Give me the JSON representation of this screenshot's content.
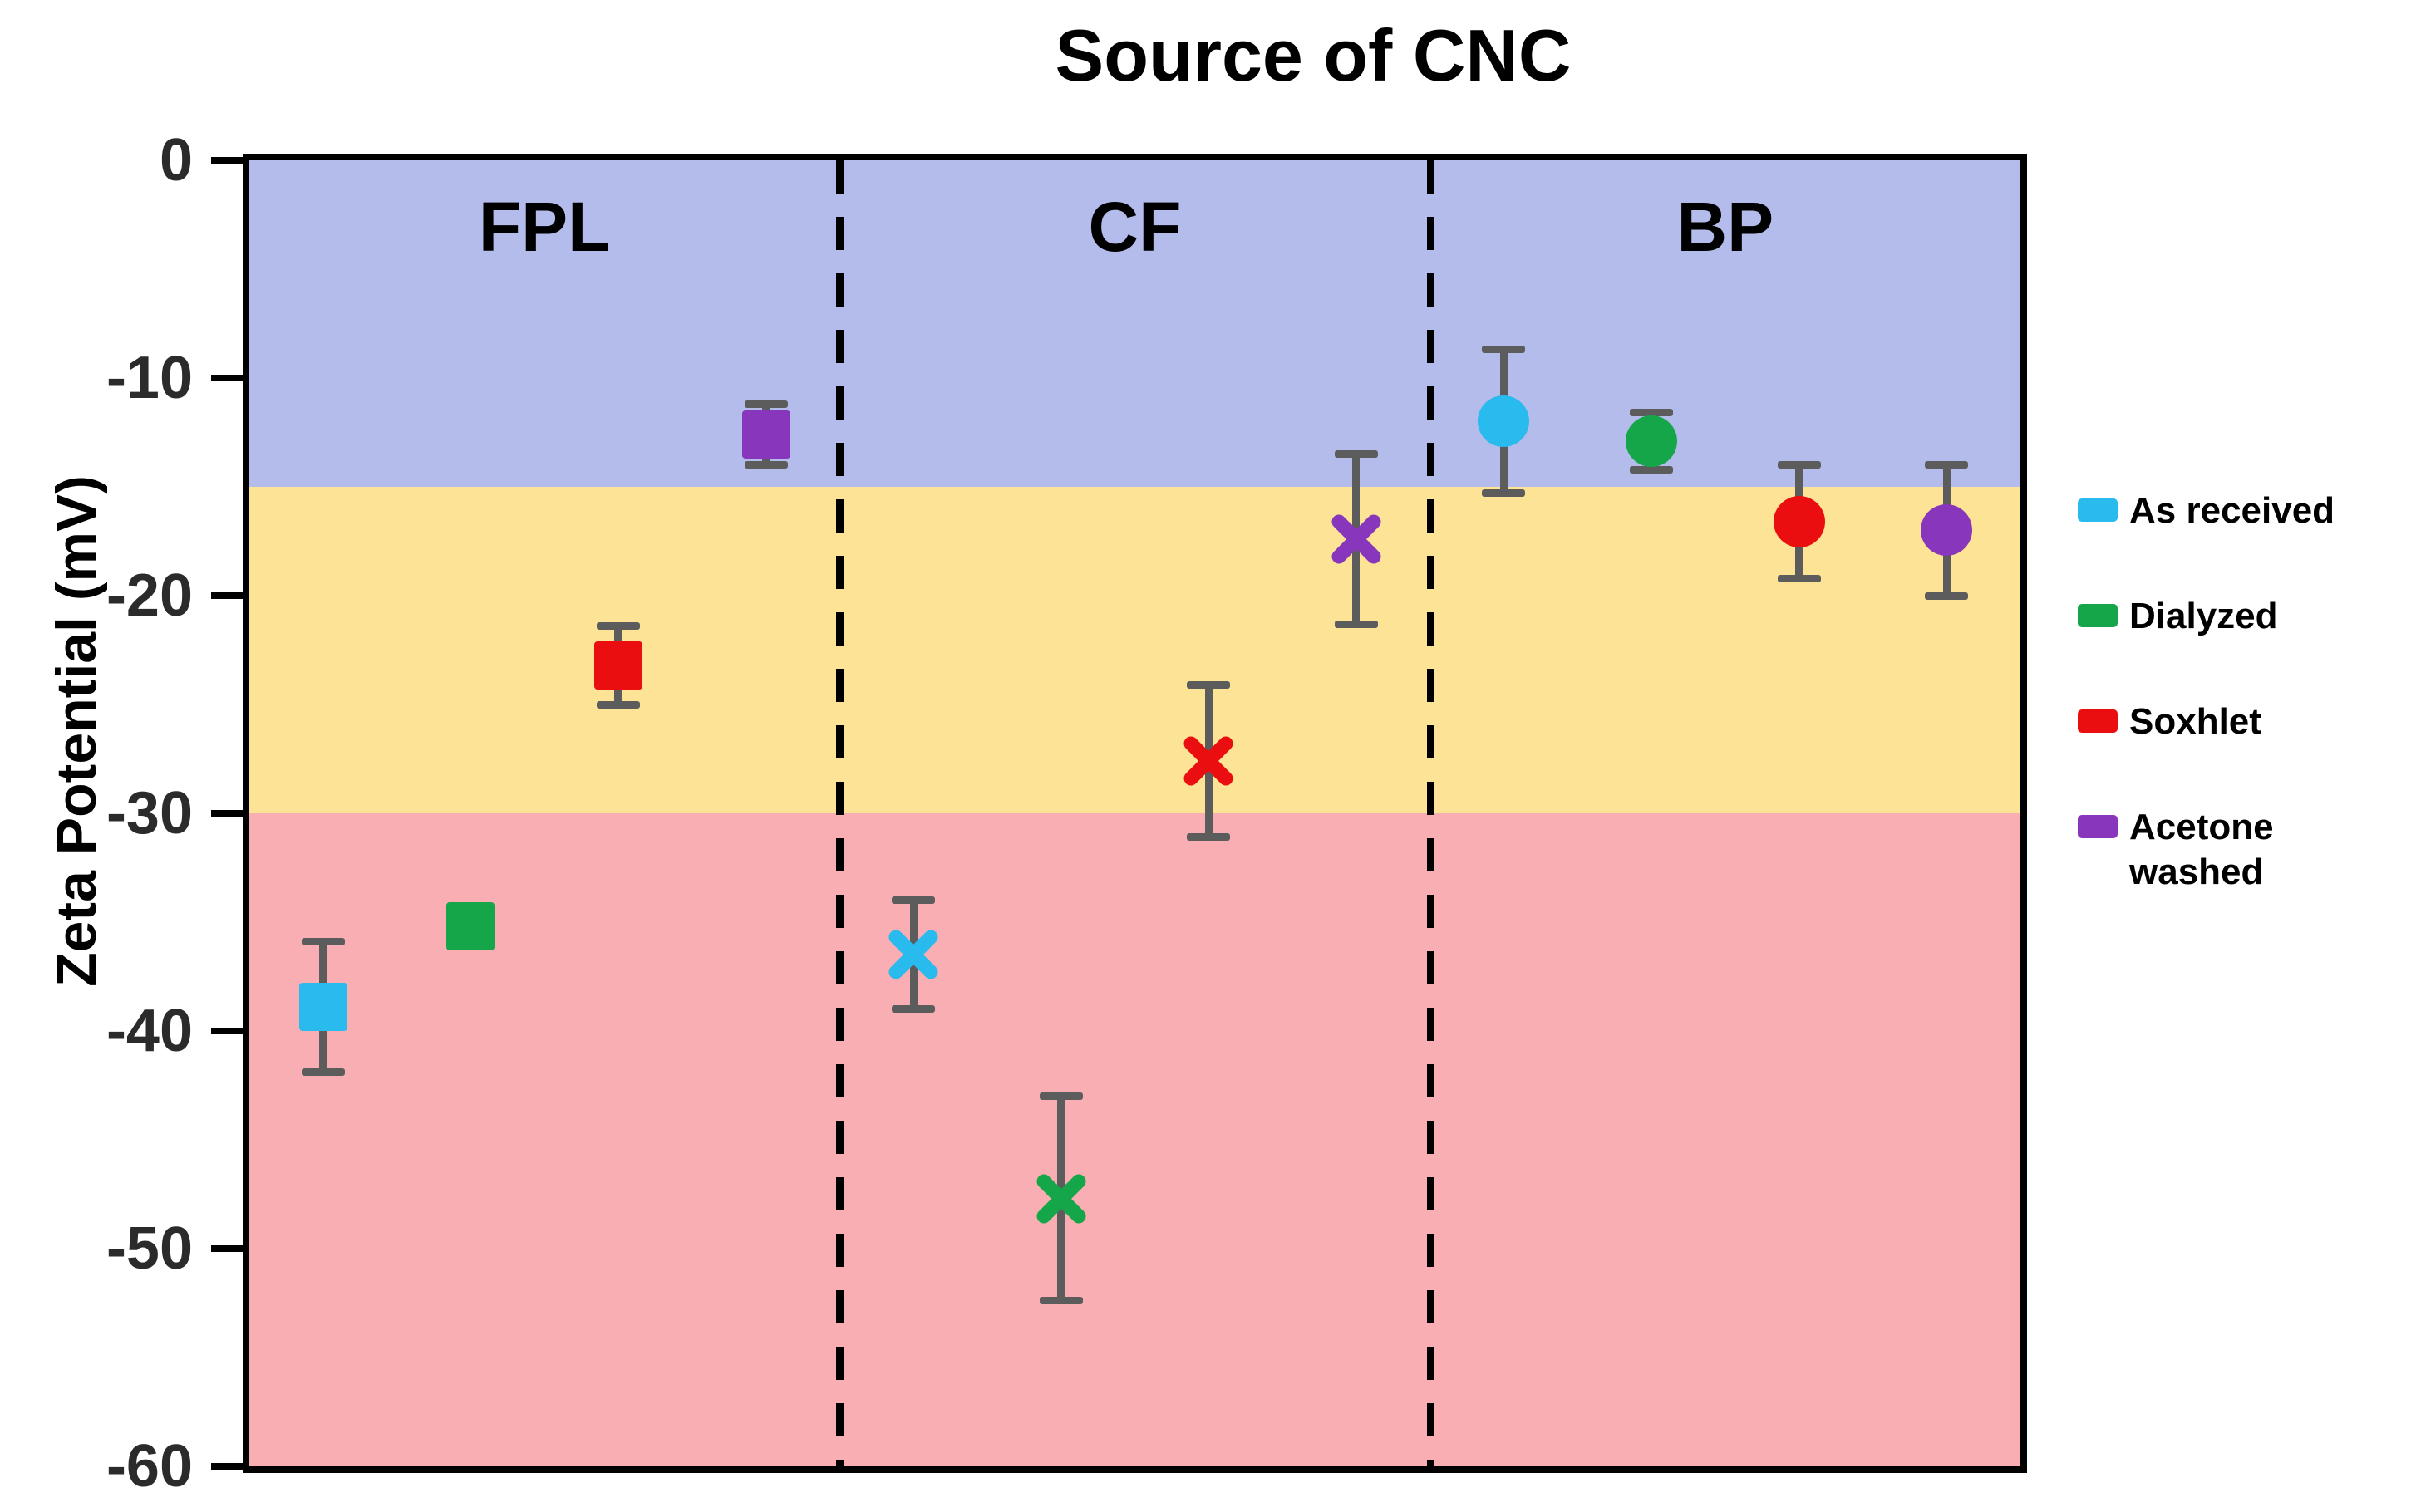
{
  "figure": {
    "title": "Source of CNC",
    "y_axis_label": "Zeta Potential (mV)"
  },
  "chart_data": {
    "type": "scatter",
    "title": "Source of CNC",
    "xlabel": "",
    "ylabel": "Zeta Potential (mV)",
    "ylim": [
      -60,
      0
    ],
    "yticks": [
      0,
      -10,
      -20,
      -30,
      -40,
      -50,
      -60
    ],
    "grid": false,
    "legend_position": "right",
    "stability_bands": [
      {
        "from": 0,
        "to": -15,
        "color": "#b3bcea"
      },
      {
        "from": -15,
        "to": -30,
        "color": "#fce395"
      },
      {
        "from": -30,
        "to": -60,
        "color": "#f8aeb3"
      }
    ],
    "series_legend": [
      {
        "label": "As received",
        "color": "#29baee"
      },
      {
        "label": "Dialyzed",
        "color": "#16a64a"
      },
      {
        "label": "Soxhlet",
        "color": "#eb0e10"
      },
      {
        "label": "Acetone\nwashed",
        "color": "#8836bb"
      }
    ],
    "groups": [
      {
        "name": "FPL",
        "marker": "square",
        "points": [
          {
            "series": "As received",
            "value": -38.9,
            "error": 3.0
          },
          {
            "series": "Dialyzed",
            "value": -35.2,
            "error": 0.5
          },
          {
            "series": "Soxhlet",
            "value": -23.2,
            "error": 1.8
          },
          {
            "series": "Acetone washed",
            "value": -12.6,
            "error": 1.4
          }
        ]
      },
      {
        "name": "CF",
        "marker": "x",
        "points": [
          {
            "series": "As received",
            "value": -36.5,
            "error": 2.5
          },
          {
            "series": "Dialyzed",
            "value": -47.7,
            "error": 4.7
          },
          {
            "series": "Soxhlet",
            "value": -27.6,
            "error": 3.5
          },
          {
            "series": "Acetone washed",
            "value": -17.4,
            "error": 3.9
          }
        ]
      },
      {
        "name": "BP",
        "marker": "circle",
        "points": [
          {
            "series": "As received",
            "value": -12.0,
            "error": 3.3
          },
          {
            "series": "Dialyzed",
            "value": -12.9,
            "error": 1.3
          },
          {
            "series": "Soxhlet",
            "value": -16.6,
            "error": 2.6
          },
          {
            "series": "Acetone washed",
            "value": -17.0,
            "error": 3.0
          }
        ]
      }
    ]
  }
}
